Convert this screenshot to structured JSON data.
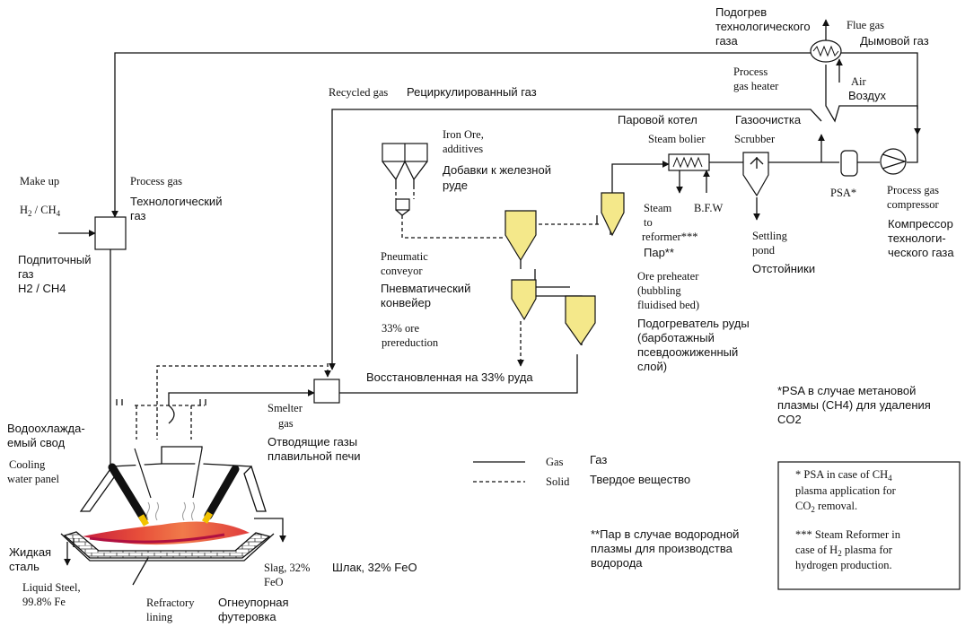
{
  "top_heat": {
    "ru": [
      "Подогрев",
      "технологического",
      "газа"
    ]
  },
  "flue": {
    "en": "Flue gas",
    "ru": "Дымовой газ"
  },
  "process_gas_heater": {
    "en": [
      "Process",
      "gas heater"
    ]
  },
  "air": {
    "en": "Air",
    "ru": "Воздух"
  },
  "recycled": {
    "en": "Recycled gas",
    "ru": "Рециркулированный газ"
  },
  "iron_ore": {
    "en": [
      "Iron Ore,",
      "additives"
    ],
    "ru": [
      "Добавки к железной",
      "руде"
    ]
  },
  "boiler": {
    "ru": "Паровой котел",
    "en": "Steam bolier"
  },
  "scrubber": {
    "ru": "Газоочистка",
    "en": "Scrubber"
  },
  "makeup": {
    "en": "Make up",
    "formula": "H",
    "sub2": "2",
    "slash": " / CH",
    "sub4": "4",
    "ru": [
      "Подпиточный",
      "газ",
      "H2 / CH4"
    ]
  },
  "process_gas": {
    "en": "Process gas",
    "ru": [
      "Технологический",
      "газ"
    ]
  },
  "steam_reformer": {
    "en": [
      "Steam",
      "to",
      "reformer***"
    ],
    "ru": "Пар**"
  },
  "bfw": "B.F.W",
  "psa": "PSA*",
  "compressor": {
    "en": "Process gas",
    "en2": "compressor",
    "ru": [
      "Компрессор",
      "технологи-",
      "ческого газа"
    ]
  },
  "settling": {
    "en": [
      "Settling",
      "pond"
    ],
    "ru": "Отстойники"
  },
  "pneumatic": {
    "en": [
      "Pneumatic",
      "conveyor"
    ],
    "ru": [
      "Пневматический",
      "конвейер"
    ]
  },
  "ore_preheater": {
    "en": [
      "Ore preheater",
      "(bubbling",
      "fluidised bed)"
    ],
    "ru": [
      "Подогреватель руды",
      "(барботажный",
      "псевдоожиженный",
      "слой)"
    ]
  },
  "prereduction": {
    "en": [
      "33% ore",
      "prereduction"
    ],
    "ru": "Восстановленная на 33% руда"
  },
  "psa_note_ru": [
    "*PSA в случае метановой",
    "плазмы (CH4) для удаления",
    "CO2"
  ],
  "cooling_roof_ru": [
    "Водоохлажда-",
    "емый свод"
  ],
  "cooling_panel_en": [
    "Cooling",
    "water panel"
  ],
  "smelter_gas": {
    "en": [
      "Smelter",
      "gas"
    ],
    "ru": [
      "Отводящие газы",
      "плавильной печи"
    ]
  },
  "legend": {
    "gas_en": "Gas",
    "gas_ru": "Газ",
    "solid_en": "Solid",
    "solid_ru": "Твердое вещество"
  },
  "note_box": {
    "line1": "* PSA in case of CH",
    "line1_sub": "4",
    "line2": "plasma application for",
    "line3a": "CO",
    "line3_sub": "2",
    "line3b": " removal.",
    "line4": "*** Steam Reformer in",
    "line5a": "case of H",
    "line5_sub": "2",
    "line5b": " plasma for",
    "line6": "hydrogen production."
  },
  "steam_note_ru": [
    "**Пар в случае водородной",
    "плазмы для производства",
    " водорода"
  ],
  "liquid_ru": [
    "Жидкая",
    "сталь"
  ],
  "liquid_en": [
    "Liquid Steel,",
    "99.8% Fe"
  ],
  "slag": {
    "en": [
      "Slag, 32%",
      "FeO"
    ],
    "ru": "Шлак, 32% FeO"
  },
  "refractory": {
    "en": [
      "Refractory",
      "lining"
    ],
    "ru": [
      "Огнеупорная",
      "футеровка"
    ]
  }
}
